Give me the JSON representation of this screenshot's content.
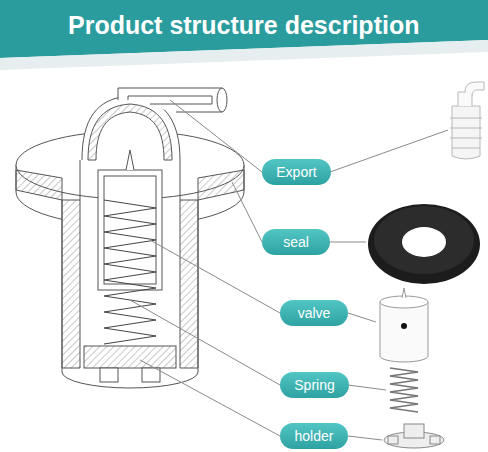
{
  "diagram": {
    "title": "Product structure description",
    "nodes": [
      {
        "text": [
          "Export"
        ]
      },
      {
        "text": [
          "seal"
        ]
      },
      {
        "text": [
          "valve"
        ]
      },
      {
        "text": [
          "Spring"
        ]
      },
      {
        "text": [
          "holder"
        ]
      }
    ]
  }
}
